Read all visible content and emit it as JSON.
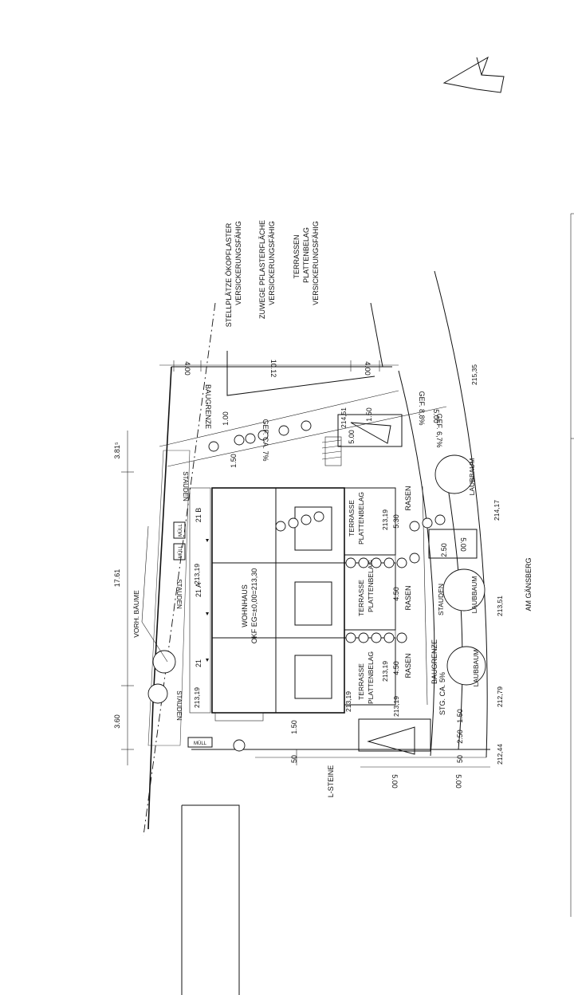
{
  "legend": {
    "line1": "STELLPLÄTZE ÖKOPFLASTER",
    "line2": "VERSICKERUNGSFÄHIG",
    "line3": "ZUWEGE PFLASTERFLÄCHE",
    "line4": "VERSICKERUNGSFÄHIG",
    "line5": "TERRASSEN",
    "line6": "PLATTENBELAG",
    "line7": "VERSICKERUNGSFÄHIG"
  },
  "building": {
    "label": "WOHNHAUS",
    "level": "OKF EG=±0,00=213,30",
    "unit_b": "21 B",
    "unit_a": "21 A",
    "unit_c": "21"
  },
  "labels": {
    "baugrenze_top": "BAUGRENZE",
    "baugrenze_bottom": "BAUGRENZE",
    "vorh_baeume": "VORH. BÄUME",
    "stauden_1": "STAUDEN",
    "stauden_2": "STAUDEN",
    "stauden_3": "STAUDEN",
    "stauden_4": "STAUDEN",
    "muell_1": "MÜLL",
    "muell_2": "MÜLL",
    "muell_3": "MÜLL",
    "terrasse_1": "TERRASSE",
    "plattenbelag_1": "PLATTENBELAG",
    "terrasse_2": "TERRASSE",
    "plattenbelag_2": "PLATTENBELAG",
    "terrasse_3": "TERRASSE",
    "plattenbelag_3": "PLATTENBELAG",
    "rasen_1": "RASEN",
    "rasen_2": "RASEN",
    "rasen_3": "RASEN",
    "laubbaum_1": "LAUBBAUM",
    "laubbaum_2": "LAUBBAUM",
    "laubbaum_3": "LAUBBAUM",
    "street": "AM GÄNSBERG",
    "l_steine": "L-STEINE",
    "gef_top": "GEF. CA. 7%",
    "gef_slope1": "GEF. 8,8%",
    "gef_slope2": "GEF. 6,7%",
    "stg": "STG. CA. 5%"
  },
  "dimensions": {
    "d_400_left": "4.00",
    "d_1012": "10.12",
    "d_400_right": "4.00",
    "d_381": "3.81⁵",
    "d_1761": "17.61",
    "d_360": "3.60",
    "d_100": "1.00",
    "d_150_a": "1.50",
    "d_150_b": "1.50",
    "d_150_c": "1.50",
    "d_150_d": "1.50",
    "d_500_a": "5.00",
    "d_500_b": "5.00",
    "d_500_c": "5.00",
    "d_500_d": "5.00",
    "d_500_e": "5.00",
    "d_530": "5.30",
    "d_450_a": "4.50",
    "d_450_b": "4.50",
    "d_250_a": "2.50",
    "d_250_b": "2.50",
    "d_50_a": "50",
    "d_50_b": "50"
  },
  "levels": {
    "h_21319_a": "213,19",
    "h_21319_b": "213,19",
    "h_21319_c": "213,19",
    "h_21319_d": "213,19",
    "h_21319_e": "213,19",
    "h_21319_f": "213,19",
    "h_21451": "214,51",
    "h_21535": "215,35",
    "h_21417": "214,17",
    "h_21351": "213,51",
    "h_21279": "212,79",
    "h_21244": "212,44"
  }
}
